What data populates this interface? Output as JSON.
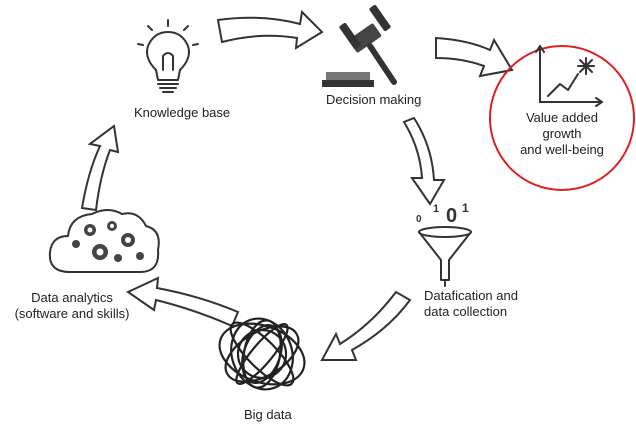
{
  "nodes": {
    "knowledge_base": "Knowledge base",
    "decision_making": "Decision making",
    "value_added_line1": "Value added",
    "value_added_line2": "growth",
    "value_added_line3": "and well-being",
    "datafication_line1": "Datafication and",
    "datafication_line2": "data collection",
    "big_data": "Big data",
    "data_analytics_line1": "Data analytics",
    "data_analytics_line2": "(software and skills)"
  },
  "binary_digits": [
    "0",
    "1",
    "0",
    "1"
  ],
  "colors": {
    "highlight_circle": "#e02020",
    "stroke": "#333333",
    "background": "#ffffff"
  },
  "icons": [
    "lightbulb-icon",
    "gavel-icon",
    "growth-chart-icon",
    "funnel-icon",
    "data-tangle-icon",
    "gears-cloud-icon"
  ]
}
